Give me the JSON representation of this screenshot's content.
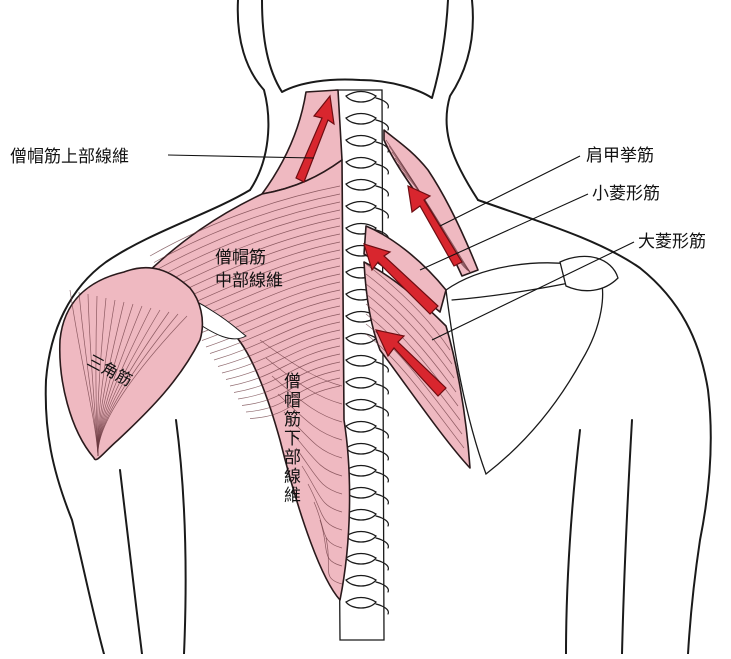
{
  "labels": {
    "upper_trapezius": "僧帽筋上部線維",
    "middle_trapezius_line1": "僧帽筋",
    "middle_trapezius_line2": "中部線維",
    "deltoid": "三角筋",
    "lower_trapezius": "僧帽筋下部線維",
    "levator_scapulae": "肩甲挙筋",
    "rhomboid_minor": "小菱形筋",
    "rhomboid_major": "大菱形筋"
  },
  "colors": {
    "muscle_fill": "#efb9c1",
    "arrow_red": "#d8262e",
    "outline": "#1a1a1a"
  }
}
